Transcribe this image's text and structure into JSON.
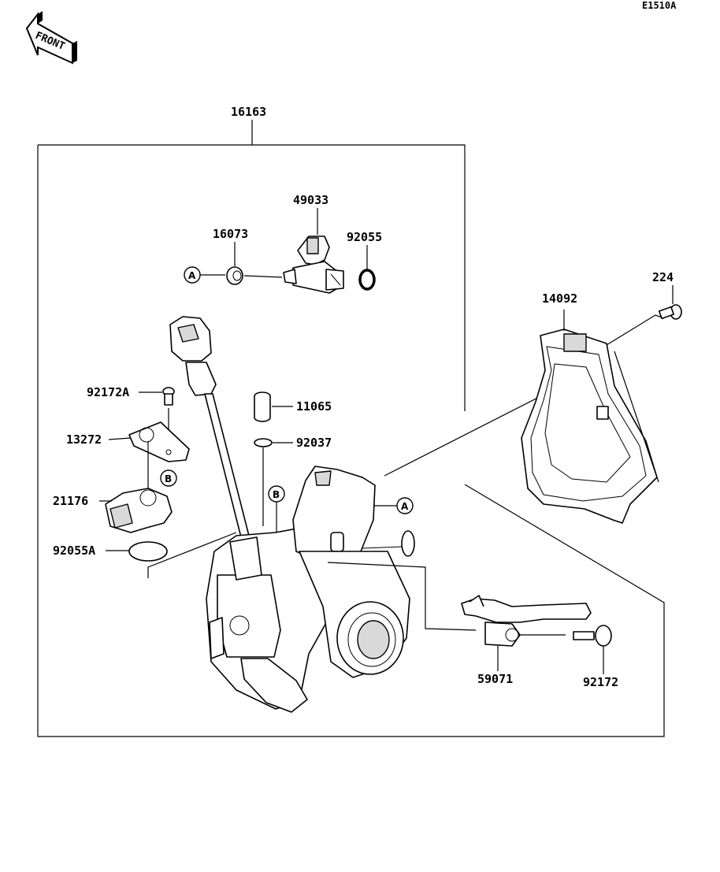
{
  "diagram_code": "E1510A",
  "front_label": "FRONT",
  "parts": {
    "assembly": "16163",
    "injector": "49033",
    "injector_seal": "16073",
    "o_ring_injector": "92055",
    "cover": "14092",
    "cover_screw": "224",
    "screw_a": "92172A",
    "plate": "13272",
    "sensor": "21176",
    "o_ring_sensor": "92055A",
    "cap": "11065",
    "o_ring_cap": "92037",
    "bracket": "59071",
    "screw": "92172"
  },
  "refs": {
    "a": "A",
    "b": "B"
  }
}
